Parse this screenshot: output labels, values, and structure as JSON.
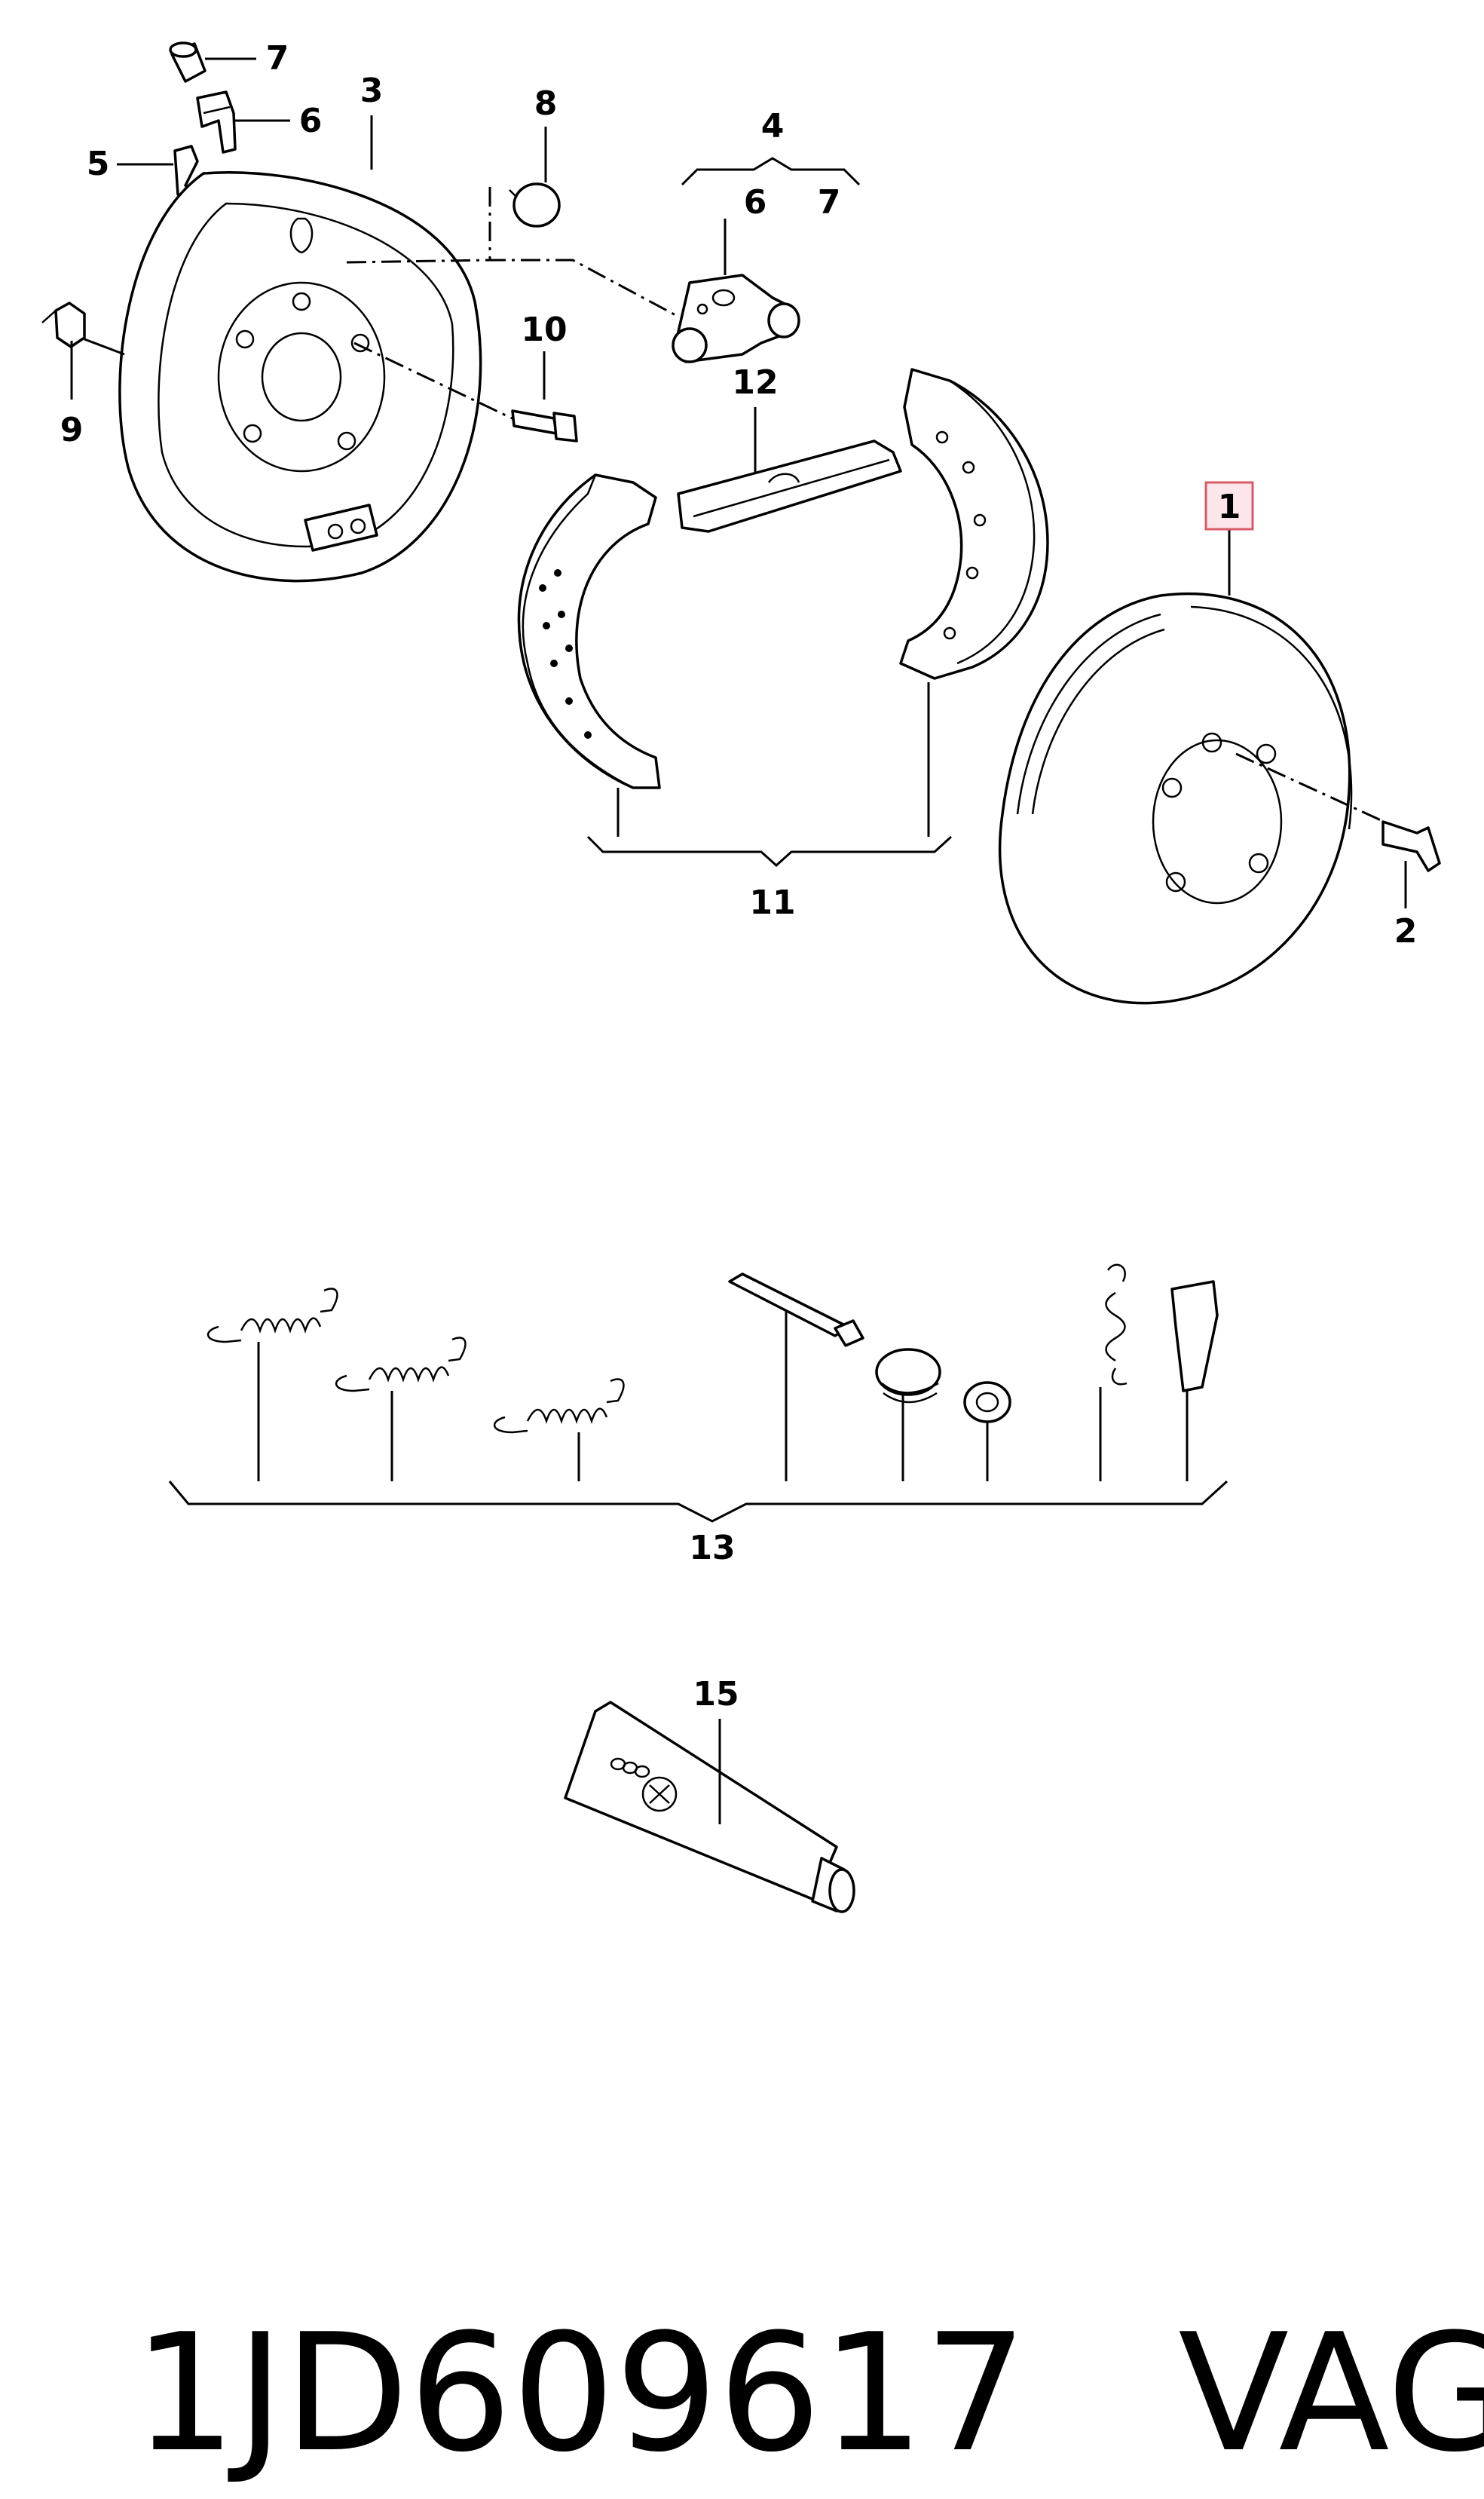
{
  "callouts": {
    "c1": "1",
    "c2": "2",
    "c3": "3",
    "c4": "4",
    "c5": "5",
    "c6a": "6",
    "c6b": "6",
    "c7a": "7",
    "c7b": "7",
    "c8": "8",
    "c9": "9",
    "c10": "10",
    "c11": "11",
    "c12": "12",
    "c13": "13",
    "c15": "15"
  },
  "highlight_color": "#fde6ea",
  "footer": {
    "part_number": "1JD609617",
    "brand": "VAG"
  }
}
